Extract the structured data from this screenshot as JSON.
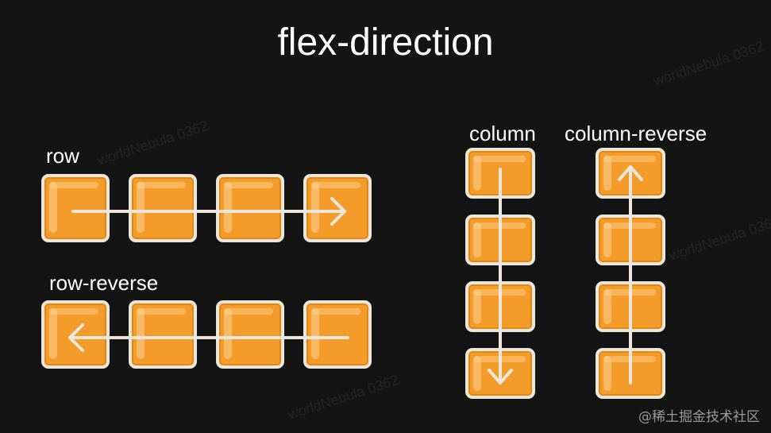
{
  "title": "flex-direction",
  "labels": {
    "row": "row",
    "row_reverse": "row-reverse",
    "column": "column",
    "column_reverse": "column-reverse"
  },
  "watermark": "worldNebula 0362",
  "credit": "@稀土掘金技术社区",
  "colors": {
    "background": "#141414",
    "box_fill": "#f39c2a",
    "box_border": "#ece7dc",
    "arrow": "#ece7dc",
    "text": "#ffffff"
  }
}
